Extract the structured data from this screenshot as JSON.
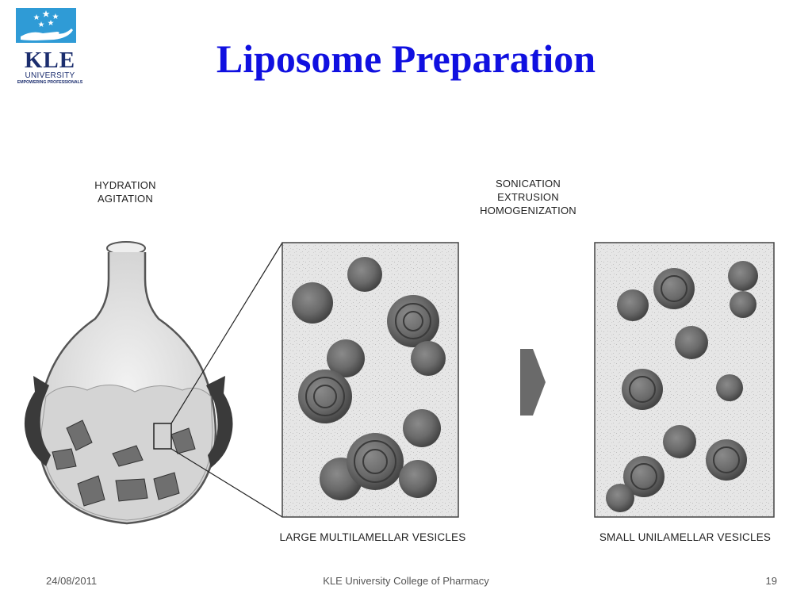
{
  "logo": {
    "name": "KLE",
    "subtitle": "UNIVERSITY",
    "tagline": "EMPOWERING PROFESSIONALS",
    "color": "#1b2d6e"
  },
  "slide": {
    "title": "Liposome Preparation",
    "title_color": "#1010e0"
  },
  "diagram": {
    "left_caption": [
      "HYDRATION",
      "AGITATION"
    ],
    "right_caption": [
      "SONICATION",
      "EXTRUSION",
      "HOMOGENIZATION"
    ],
    "left_panel_label": "LARGE MULTILAMELLAR VESICLES",
    "right_panel_label": "SMALL UNILAMELLAR VESICLES"
  },
  "footer": {
    "date": "24/08/2011",
    "organization": "KLE University College of Pharmacy",
    "page_number": "19"
  }
}
